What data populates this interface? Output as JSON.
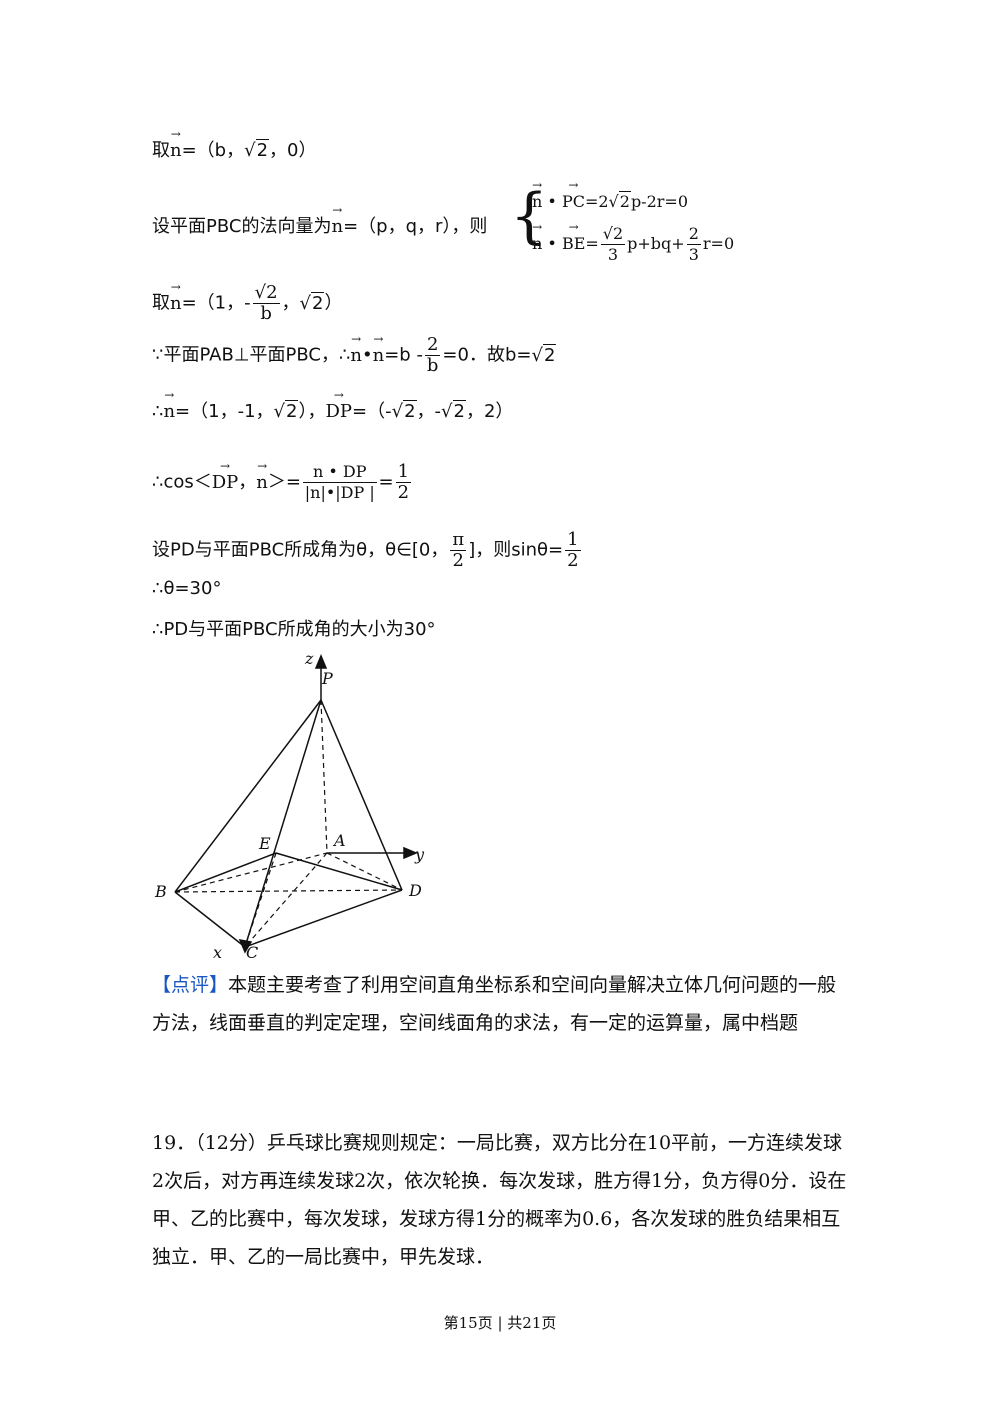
{
  "lines": {
    "l1": {
      "pre": "取",
      "vec": "n",
      "post": "=（b，",
      "sqrt": "2",
      "post2": "，0）"
    },
    "l2": {
      "text": "设平面PBC的法向量为",
      "vec": "n",
      "post": "=（p，q，r），则",
      "sys1": {
        "a": "n",
        "dot": "•",
        "b": "PC",
        "rest1": "=2",
        "sqrt": "2",
        "rest2": "p-2r=0"
      },
      "sys2": {
        "a": "n",
        "dot": "•",
        "b": "BE",
        "eq": "=",
        "num1": "√2",
        "den1": "3",
        "mid": "p+bq+",
        "num2": "2",
        "den2": "3",
        "end": "r=0"
      }
    },
    "l3": {
      "pre": "取",
      "vec": "n",
      "post": "=（1，-",
      "num": "√2",
      "den": "b",
      "post2": "，",
      "sqrt": "2",
      "post3": "）"
    },
    "l4": {
      "pre": "∵平面PAB⊥平面PBC，∴",
      "a": "n",
      "dot": "•",
      "b": "n",
      "mid": "=b -",
      "num": "2",
      "den": "b",
      "post": "=0．故b=",
      "sqrt": "2"
    },
    "l5": {
      "pre": "∴",
      "vec": "n",
      "mid": "=（1，-1，",
      "sqrt": "2",
      "mid2": "），",
      "b": "DP",
      "mid3": "=（-",
      "sqrt2": "2",
      "mid4": "，-",
      "sqrt3": "2",
      "end": "，2）"
    },
    "l6": {
      "pre": "∴cos＜",
      "a": "DP",
      "sep": "，",
      "b": "n",
      "mid": "＞=",
      "num": "n • DP",
      "den": "|n|•|DP |",
      "eq": "=",
      "fnum": "1",
      "fden": "2"
    },
    "l7": {
      "pre": "设PD与平面PBC所成角为θ，θ∈[0，",
      "num": "π",
      "den": "2",
      "mid": "]，则sinθ=",
      "fnum": "1",
      "fden": "2"
    },
    "l8": "∴θ=30°",
    "l9": "∴PD与平面PBC所成角的大小为30°"
  },
  "figure": {
    "labels": {
      "z": "z",
      "P": "P",
      "E": "E",
      "A": "A",
      "y": "y",
      "B": "B",
      "D": "D",
      "x": "x",
      "C": "C"
    }
  },
  "review": {
    "tag": "【点评】",
    "text": "本题主要考查了利用空间直角坐标系和空间向量解决立体几何问题的一般方法，线面垂直的判定定理，空间线面角的求法，有一定的运算量，属中档题"
  },
  "question": {
    "number": "19．",
    "text": "（12分）乒乓球比赛规则规定：一局比赛，双方比分在10平前，一方连续发球2次后，对方再连续发球2次，依次轮换．每次发球，胜方得1分，负方得0分．设在甲、乙的比赛中，每次发球，发球方得1分的概率为0.6，各次发球的胜负结果相互独立．甲、乙的一局比赛中，甲先发球．"
  },
  "footer": "第15页 | 共21页"
}
